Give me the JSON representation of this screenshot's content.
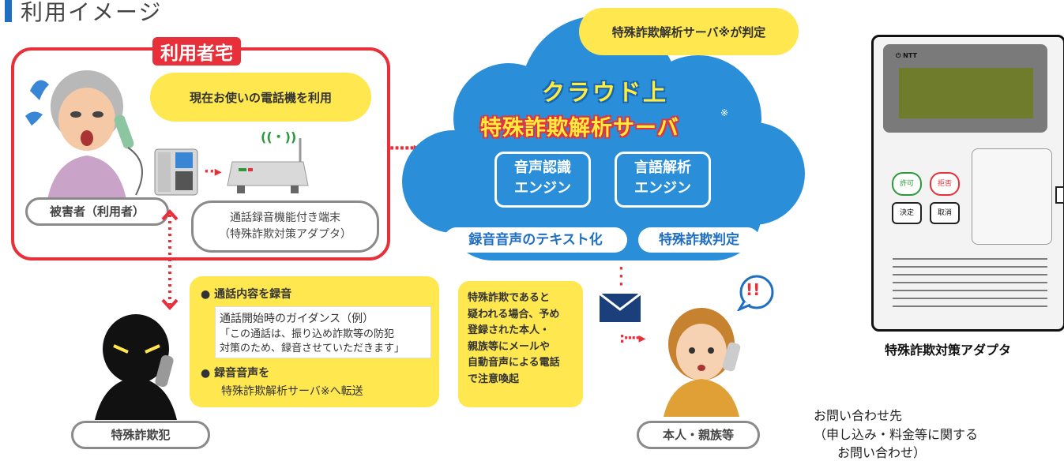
{
  "title": "利用イメージ",
  "home": {
    "label": "利用者宅",
    "bubble": "現在お使いの電話機を利用",
    "victim": "被害者（利用者）",
    "terminal_line1": "通話録音機能付き端末",
    "terminal_line2": "（特殊詐欺対策アダプタ）",
    "wifi_glyph": "((・))"
  },
  "cloud": {
    "top_bubble": "特殊詐欺解析サーバ※が判定",
    "title_line1": "クラウド上",
    "title_line2": "特殊詐欺解析サーバ",
    "note_mark": "※",
    "engine1_line1": "音声認識",
    "engine1_line2": "エンジン",
    "engine2_line1": "言語解析",
    "engine2_line2": "エンジン",
    "pill1": "録音音声のテキスト化",
    "pill2": "特殊詐欺判定"
  },
  "info": {
    "item1": "● 通話内容を録音",
    "guidance_title": "通話開始時のガイダンス（例）",
    "guidance_line1": "「この通話は、振り込め詐欺等の防犯",
    "guidance_line2": "対策のため、録音させていただきます」",
    "item2": "● 録音音声を",
    "item2_line2": "特殊詐欺解析サーバ※へ転送"
  },
  "notice": "特殊詐欺であると\n疑われる場合、予め\n登録された本人・\n親族等にメールや\n自動音声による電話\nで注意喚起",
  "fraudster": "特殊詐欺犯",
  "family": "本人・親族等",
  "alert_glyph": "!!",
  "adapter": {
    "brand": "NTT",
    "btn_allow": "許可",
    "btn_reject": "拒否",
    "btn_decide": "決定",
    "btn_cancel": "取消",
    "label": "特殊詐欺対策アダプタ"
  },
  "contact": {
    "line1": "お問い合わせ先",
    "line2": "（申し込み・料金等に関する",
    "line3": "お問い合わせ）"
  },
  "colors": {
    "accent_blue": "#1f6fc0",
    "cloud_blue": "#2a8fd8",
    "alert_red": "#e8303a",
    "yellow": "#ffe74f"
  }
}
